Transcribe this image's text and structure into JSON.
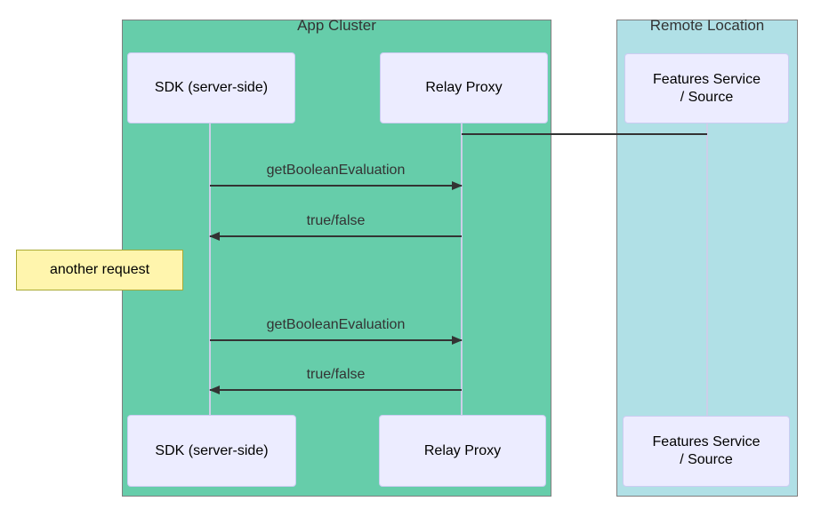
{
  "clusters": {
    "app": {
      "label": "App Cluster",
      "fill": "#66CDAA"
    },
    "remote": {
      "label": "Remote Location",
      "fill": "#B0E0E6"
    }
  },
  "participants": {
    "sdk": {
      "label": "SDK (server-side)"
    },
    "relay": {
      "label": "Relay Proxy"
    },
    "features": {
      "label": "Features Service / Source",
      "lines": [
        "Features Service",
        "/ Source"
      ]
    }
  },
  "messages": [
    {
      "label": "getBooleanEvaluation",
      "direction": "right"
    },
    {
      "label": "true/false",
      "direction": "left"
    },
    {
      "label": "getBooleanEvaluation",
      "direction": "right"
    },
    {
      "label": "true/false",
      "direction": "left"
    }
  ],
  "note": {
    "label": "another request",
    "fill": "#FFF5AD",
    "border": "#AAAA33"
  },
  "styles": {
    "participant_fill": "#ECECFF",
    "participant_border": "#CCCCF2",
    "lifeline_color": "#CCCEE8",
    "line_color": "#333333",
    "text_color": "#333333"
  }
}
